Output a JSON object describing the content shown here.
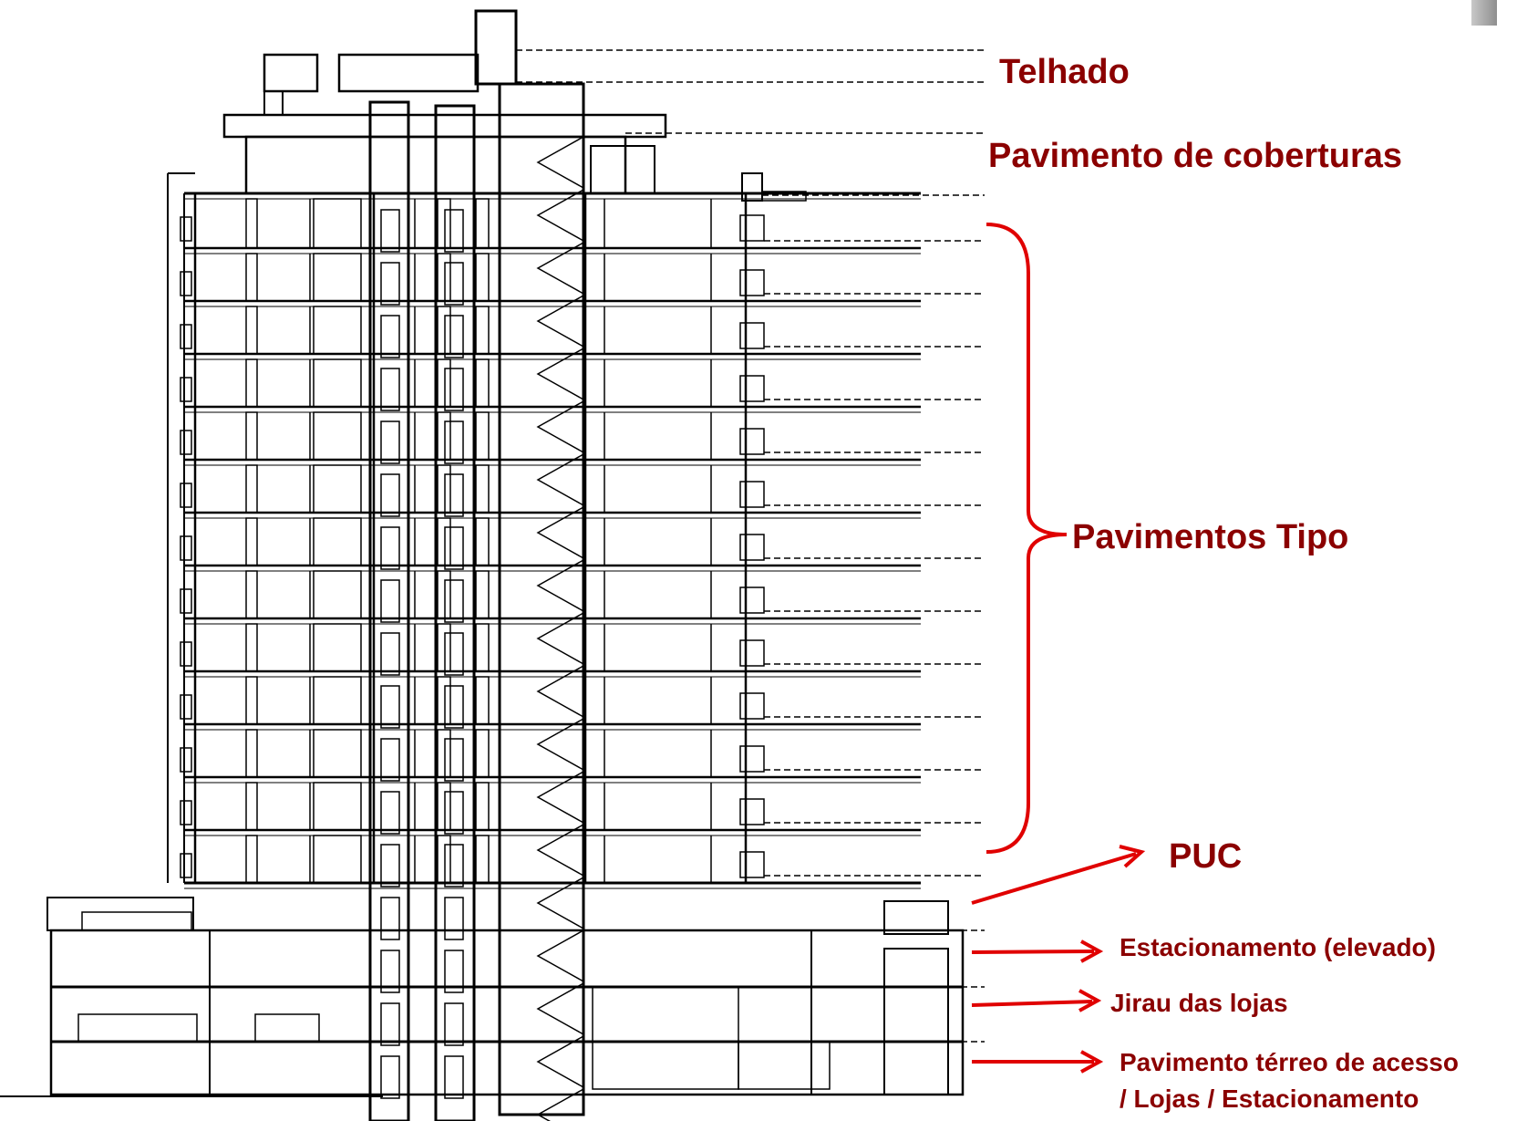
{
  "labels": {
    "telhado": "Telhado",
    "coberturas": "Pavimento de coberturas",
    "tipo": "Pavimentos Tipo",
    "puc": "PUC",
    "estacionamento": "Estacionamento (elevado)",
    "jirau": "Jirau das lojas",
    "terreo_line1": "Pavimento térreo de acesso",
    "terreo_line2": "/ Lojas / Estacionamento"
  },
  "colors": {
    "label_text": "#8b0000",
    "annotation": "#e00000",
    "drawing": "#000000",
    "background": "#ffffff"
  }
}
